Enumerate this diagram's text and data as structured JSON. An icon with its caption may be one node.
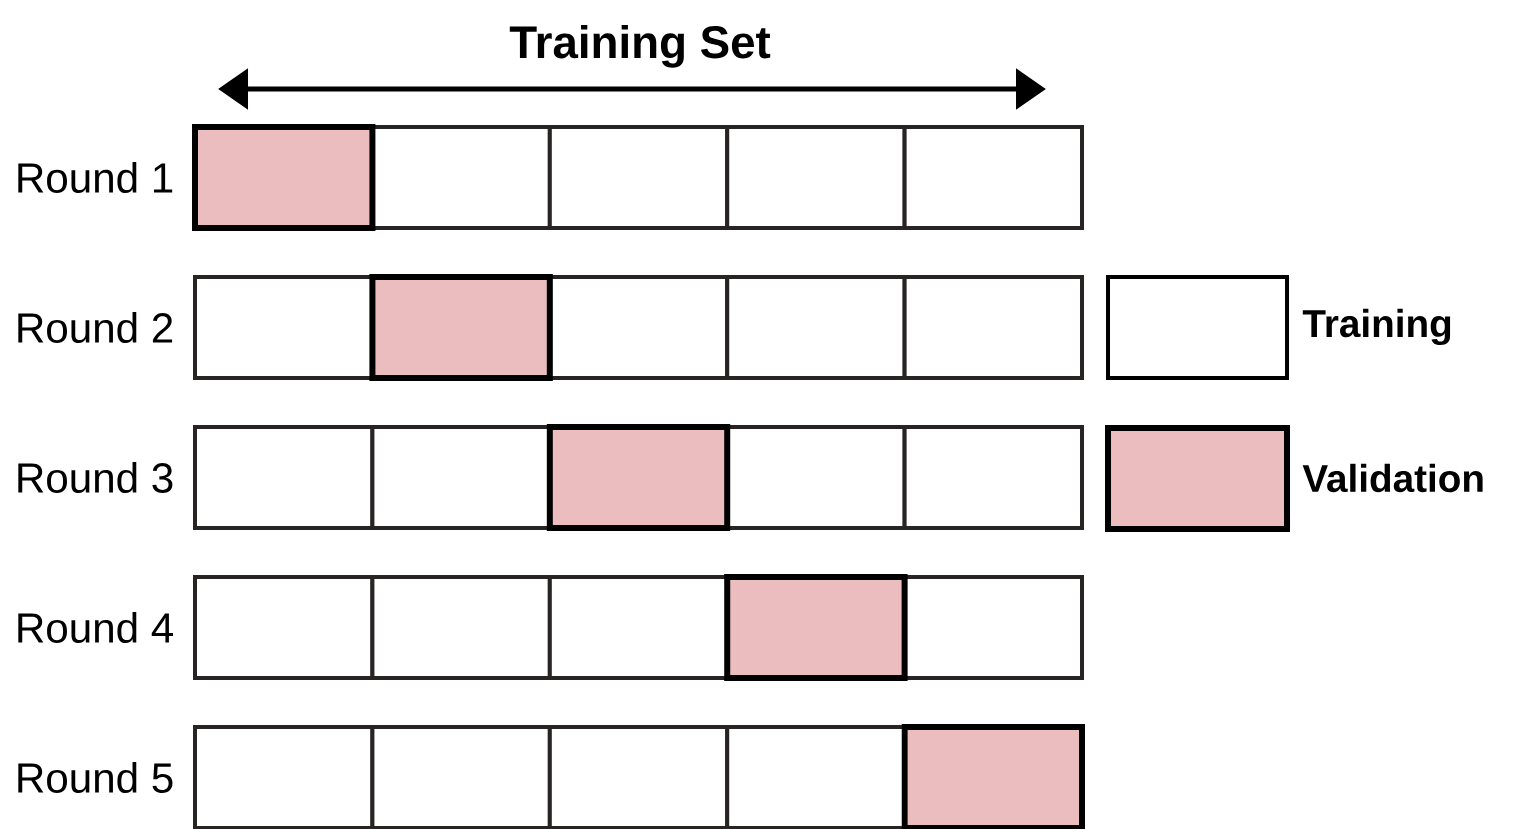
{
  "diagram": {
    "title": "Training Set",
    "nodes": [
      {
        "text": [
          "Round 1"
        ]
      },
      {
        "text": [
          "Round 2"
        ]
      },
      {
        "text": [
          "Round 3"
        ]
      },
      {
        "text": [
          "Round 4"
        ]
      },
      {
        "text": [
          "Round 5"
        ]
      }
    ],
    "legend": [
      {
        "text": "Training"
      },
      {
        "text": "Validation",
        "color": "#ebbdbf"
      }
    ]
  }
}
